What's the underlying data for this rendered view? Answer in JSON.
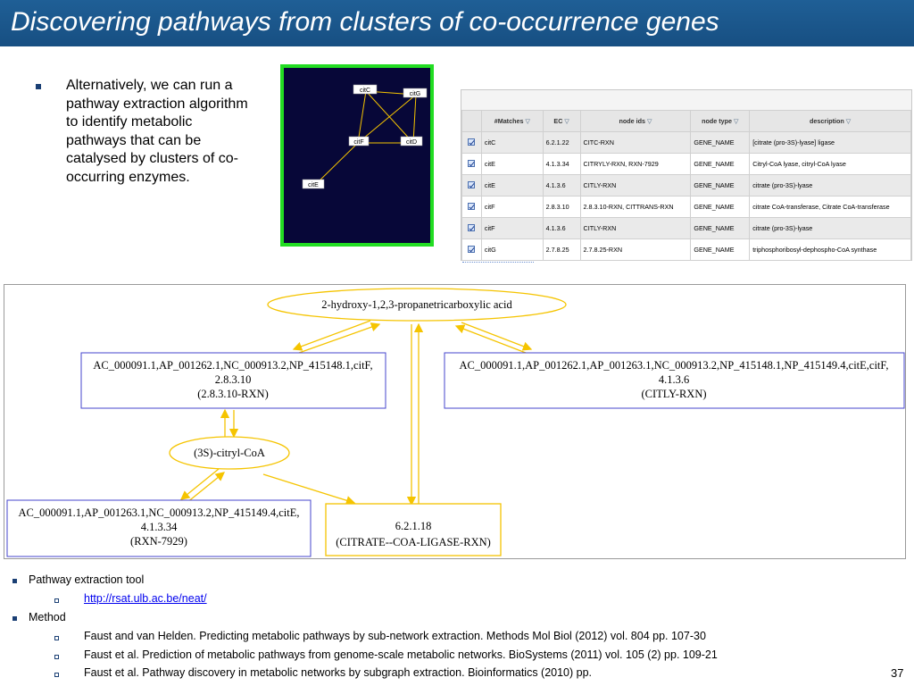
{
  "title": "Discovering pathways from clusters of co-occurrence genes",
  "intro_lines": [
    "Alternatively, we can run a",
    "pathway extraction algorithm",
    "to identify metabolic",
    "pathways that can be",
    "catalysed by clusters of co-",
    "occurring enzymes."
  ],
  "gene_graph": {
    "nodes": [
      "citC",
      "citG",
      "citF",
      "citD",
      "citE"
    ]
  },
  "match_table": {
    "headers": [
      "#Matches",
      "EC",
      "node ids",
      "node type",
      "description"
    ],
    "rows": [
      {
        "match": "citC",
        "ec": "6.2.1.22",
        "ids": "CITC-RXN",
        "type": "GENE_NAME",
        "desc": "[citrate (pro-3S)-lyase] ligase"
      },
      {
        "match": "citE",
        "ec": "4.1.3.34",
        "ids": "CITRYLY-RXN, RXN-7929",
        "type": "GENE_NAME",
        "desc": "Citryl-CoA lyase, citryl-CoA lyase"
      },
      {
        "match": "citE",
        "ec": "4.1.3.6",
        "ids": "CITLY-RXN",
        "type": "GENE_NAME",
        "desc": "citrate (pro-3S)-lyase"
      },
      {
        "match": "citF",
        "ec": "2.8.3.10",
        "ids": "2.8.3.10-RXN, CITTRANS-RXN",
        "type": "GENE_NAME",
        "desc": "citrate CoA-transferase, Citrate CoA-transferase"
      },
      {
        "match": "citF",
        "ec": "4.1.3.6",
        "ids": "CITLY-RXN",
        "type": "GENE_NAME",
        "desc": "citrate (pro-3S)-lyase"
      },
      {
        "match": "citG",
        "ec": "2.7.8.25",
        "ids": "2.7.8.25-RXN",
        "type": "GENE_NAME",
        "desc": "triphosphoribosyl-dephospho-CoA synthase"
      }
    ]
  },
  "pathway": {
    "compound_top": "2-hydroxy-1,2,3-propanetricarboxylic acid",
    "compound_mid": "(3S)-citryl-CoA",
    "box_left": [
      "AC_000091.1,AP_001262.1,NC_000913.2,NP_415148.1,citF,",
      "2.8.3.10",
      "(2.8.3.10-RXN)"
    ],
    "box_right": [
      "AC_000091.1,AP_001262.1,AP_001263.1,NC_000913.2,NP_415148.1,NP_415149.4,citE,citF,",
      "4.1.3.6",
      "(CITLY-RXN)"
    ],
    "box_bottom_left": [
      "AC_000091.1,AP_001263.1,NC_000913.2,NP_415149.4,citE,",
      "4.1.3.34",
      "(RXN-7929)"
    ],
    "box_bottom_right": [
      "6.2.1.18",
      "(CITRATE--COA-LIGASE-RXN)"
    ]
  },
  "refs": {
    "tool_label": "Pathway extraction tool",
    "tool_url": "http://rsat.ulb.ac.be/neat/",
    "method_label": "Method",
    "citations": [
      "Faust and van Helden. Predicting metabolic pathways by sub-network extraction. Methods Mol Biol (2012) vol. 804 pp. 107-30",
      "Faust et al. Prediction of metabolic pathways from genome-scale metabolic networks. BioSystems (2011) vol. 105 (2) pp. 109-21",
      "Faust et al. Pathway discovery in metabolic networks by subgraph extraction. Bioinformatics (2010) pp."
    ]
  },
  "page_number": "37",
  "colors": {
    "title_bar": "#1f5f96",
    "graph_bg": "#070738",
    "graph_border": "#22dd22",
    "edge": "#f5c400",
    "box_blue": "#4444cc"
  }
}
